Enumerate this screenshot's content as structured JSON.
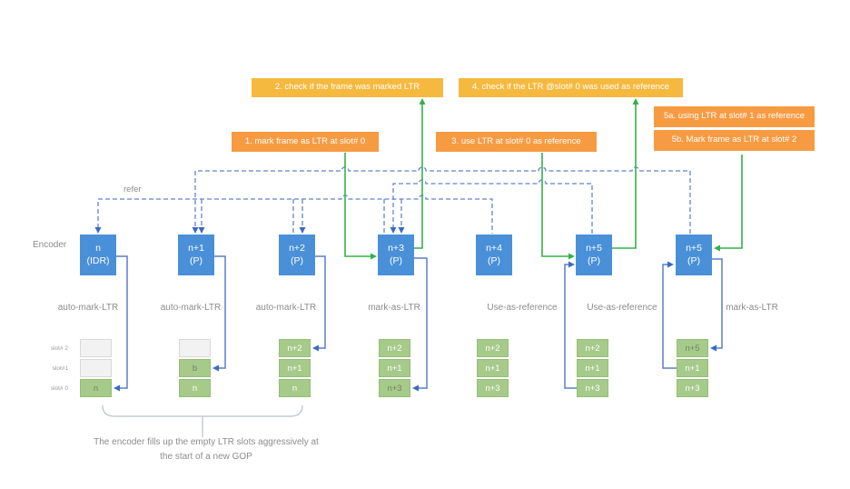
{
  "steps": {
    "step1": "1. mark frame as LTR at slot# 0",
    "step2": "2. check if the frame was marked LTR",
    "step3": "3. use LTR at slot# 0 as reference",
    "step4": "4. check if the LTR @slot# 0 was used as reference",
    "step5a": "5a. using LTR at slot# 1 as reference",
    "step5b": "5b. Mark frame as LTR at slot# 2"
  },
  "encoder_label": "Encoder",
  "refer_label": "refer",
  "frames": [
    {
      "line1": "n",
      "line2": "(IDR)",
      "caption": "auto-mark-LTR"
    },
    {
      "line1": "n+1",
      "line2": "(P)",
      "caption": "auto-mark-LTR"
    },
    {
      "line1": "n+2",
      "line2": "(P)",
      "caption": "auto-mark-LTR"
    },
    {
      "line1": "n+3",
      "line2": "(P)",
      "caption": "mark-as-LTR"
    },
    {
      "line1": "n+4",
      "line2": "(P)",
      "caption": "Use-as-reference"
    },
    {
      "line1": "n+5",
      "line2": "(P)",
      "caption": "Use-as-reference"
    },
    {
      "line1": "n+5",
      "line2": "(P)",
      "caption": "mark-as-LTR"
    }
  ],
  "slot_labels": [
    "slot# 2",
    "slot#1",
    "slot# 0"
  ],
  "tables": [
    {
      "cells": [
        {
          "text": ""
        },
        {
          "text": ""
        },
        {
          "text": "n"
        }
      ]
    },
    {
      "cells": [
        {
          "text": ""
        },
        {
          "text": "b"
        },
        {
          "text": "n"
        }
      ]
    },
    {
      "cells": [
        {
          "text": "n+2"
        },
        {
          "text": "n+1"
        },
        {
          "text": "n"
        }
      ]
    },
    {
      "cells": [
        {
          "text": "n+2"
        },
        {
          "text": "n+1"
        },
        {
          "text": "n+3"
        }
      ]
    },
    {
      "cells": [
        {
          "text": "n+2"
        },
        {
          "text": "n+1"
        },
        {
          "text": "n+3"
        }
      ]
    },
    {
      "cells": [
        {
          "text": "n+2"
        },
        {
          "text": "n+1"
        },
        {
          "text": "n+3"
        }
      ]
    },
    {
      "cells": [
        {
          "text": "n+5"
        },
        {
          "text": "n+1"
        },
        {
          "text": "n+3"
        }
      ]
    }
  ],
  "footnote": {
    "line1": "The encoder fills up the empty LTR slots aggressively at",
    "line2": "the start of a new GOP"
  },
  "colors": {
    "gold_box": "#f6b93f",
    "orange_box": "#f79b43",
    "frame_blue": "#4a90d8",
    "cell_green": "#a6ca8a",
    "cell_empty": "#f2f2f2",
    "connector_blue": "#5b7ec7",
    "connector_green": "#35b14b",
    "text_gray": "#8c8c8c"
  }
}
